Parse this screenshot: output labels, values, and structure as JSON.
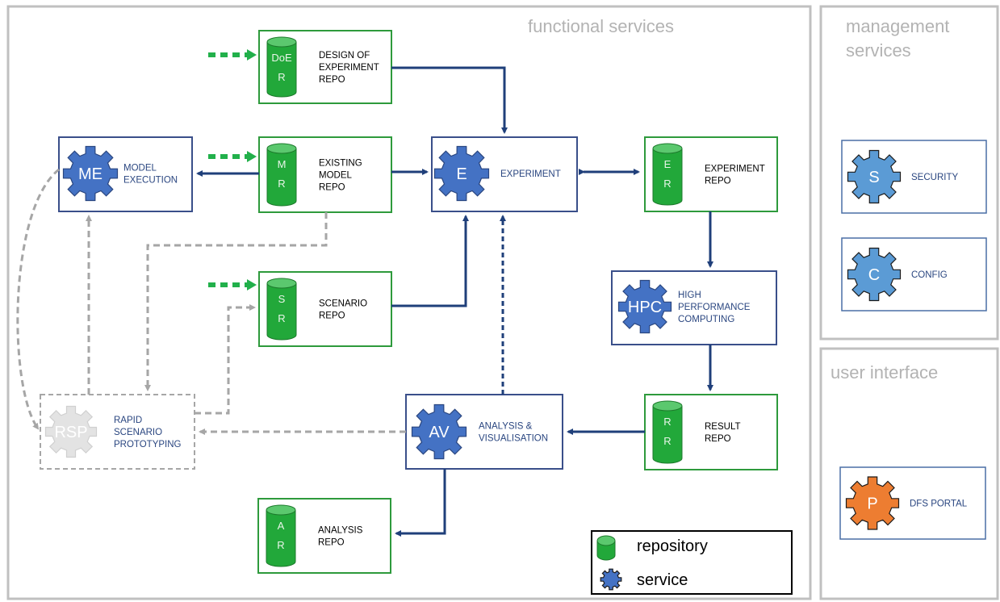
{
  "regions": {
    "functional": "functional services",
    "management": "management\nservices",
    "ui": "user interface"
  },
  "colors": {
    "repo_border": "#2e9a3c",
    "repo_fill": "#22a83a",
    "service_border": "#3a4f8a",
    "service_fill": "#4472c4",
    "mgmt_fill": "#5b9bd5",
    "portal_fill": "#ed7d31",
    "arrow": "#1f3f7a",
    "dashed_gray": "#a6a6a6",
    "input_arrow": "#22b04b"
  },
  "nodes": {
    "doe": {
      "label": "DESIGN OF\nEXPERIMENT\nREPO",
      "letters": [
        "DoE",
        "R"
      ],
      "kind": "repo"
    },
    "mr": {
      "label": "EXISTING\nMODEL\nREPO",
      "letters": [
        "M",
        "R"
      ],
      "kind": "repo"
    },
    "sr": {
      "label": "SCENARIO\nREPO",
      "letters": [
        "S",
        "R"
      ],
      "kind": "repo"
    },
    "er": {
      "label": "EXPERIMENT\nREPO",
      "letters": [
        "E",
        "R"
      ],
      "kind": "repo"
    },
    "rr": {
      "label": "RESULT\nREPO",
      "letters": [
        "R",
        "R"
      ],
      "kind": "repo"
    },
    "ar": {
      "label": "ANALYSIS\nREPO",
      "letters": [
        "A",
        "R"
      ],
      "kind": "repo"
    },
    "me": {
      "label": "MODEL\nEXECUTION",
      "abbr": "ME",
      "kind": "service"
    },
    "e": {
      "label": "EXPERIMENT",
      "abbr": "E",
      "kind": "service"
    },
    "hpc": {
      "label": "HIGH\nPERFORMANCE\nCOMPUTING",
      "abbr": "HPC",
      "kind": "service"
    },
    "av": {
      "label": "ANALYSIS &\nVISUALISATION",
      "abbr": "AV",
      "kind": "service"
    },
    "rsp": {
      "label": "RAPID\nSCENARIO\nPROTOTYPING",
      "abbr": "RSP",
      "kind": "service-inactive"
    },
    "s": {
      "label": "SECURITY",
      "abbr": "S",
      "kind": "management"
    },
    "c": {
      "label": "CONFIG",
      "abbr": "C",
      "kind": "management"
    },
    "p": {
      "label": "DFS PORTAL",
      "abbr": "P",
      "kind": "portal"
    }
  },
  "legend": {
    "repository": "repository",
    "service": "service"
  }
}
